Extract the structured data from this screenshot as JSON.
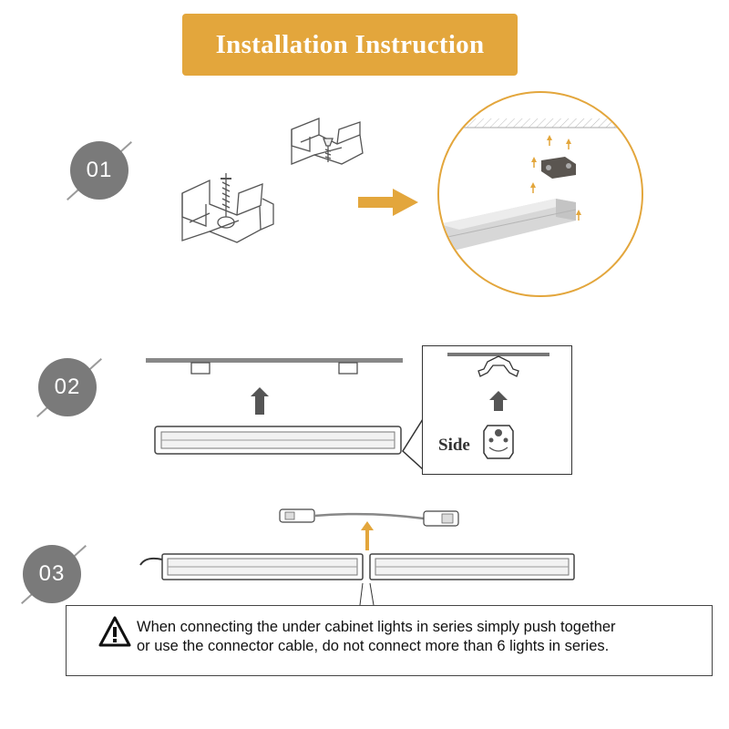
{
  "title": "Installation Instruction",
  "steps": [
    {
      "number": "01"
    },
    {
      "number": "02"
    },
    {
      "number": "03"
    }
  ],
  "side_label": "Side",
  "warning": {
    "line1": "When connecting the under cabinet lights in series simply push together",
    "line2": "or use the connector cable, do not connect more than 6 lights in series.",
    "icon": "warning-triangle-icon"
  },
  "colors": {
    "accent": "#e3a63c",
    "badge": "#7a7a7a",
    "arrow_dark": "#555555"
  }
}
